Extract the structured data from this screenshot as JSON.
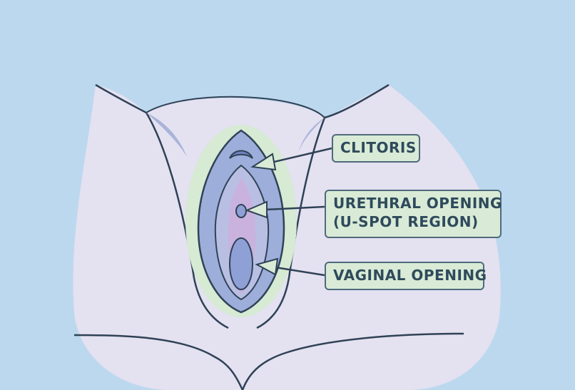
{
  "labels": {
    "clitoris": "CLITORIS",
    "urethral_line1": "URETHRAL OPENING",
    "urethral_line2": "(U-SPOT REGION)",
    "vaginal": "VAGINAL OPENING"
  },
  "colors": {
    "background": "#bcd8ee",
    "body_fill": "#e4e1f1",
    "outline": "#2f4256",
    "glow": "#d6ead4",
    "labia": "#9eaedb",
    "inner": "#c5b0dc",
    "opening": "#8ea0d6",
    "label_fill": "#d9ebd6",
    "label_border": "#4f6a7c"
  }
}
